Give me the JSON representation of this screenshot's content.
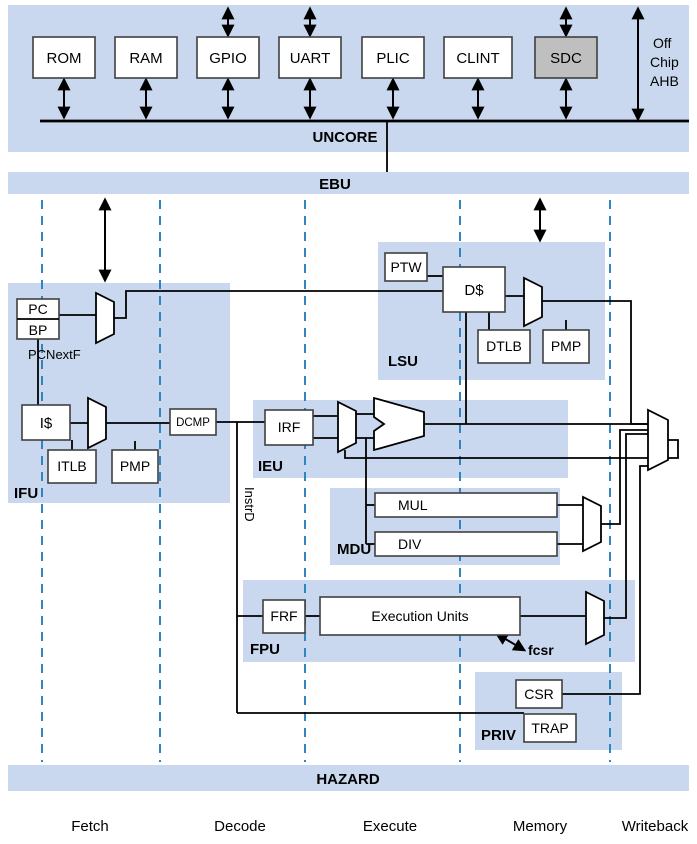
{
  "uncore": {
    "label": "UNCORE",
    "peripherals": [
      "ROM",
      "RAM",
      "GPIO",
      "UART",
      "PLIC",
      "CLINT",
      "SDC"
    ],
    "offchip_lines": [
      "Off",
      "Chip",
      "AHB"
    ]
  },
  "ebu": {
    "label": "EBU"
  },
  "ifu": {
    "label": "IFU",
    "pc": "PC",
    "bp": "BP",
    "pcnextf": "PCNextF",
    "icache": "I$",
    "itlb": "ITLB",
    "pmp": "PMP",
    "dcmp": "DCMP"
  },
  "lsu": {
    "label": "LSU",
    "ptw": "PTW",
    "dcache": "D$",
    "dtlb": "DTLB",
    "pmp": "PMP"
  },
  "ieu": {
    "label": "IEU",
    "irf": "IRF"
  },
  "mdu": {
    "label": "MDU",
    "mul": "MUL",
    "div": "DIV"
  },
  "fpu": {
    "label": "FPU",
    "frf": "FRF",
    "exec_units": "Execution Units",
    "fcsr": "fcsr"
  },
  "priv": {
    "label": "PRIV",
    "csr": "CSR",
    "trap": "TRAP"
  },
  "hazard": {
    "label": "HAZARD"
  },
  "signals": {
    "instrd": "InstrD"
  },
  "stages": [
    "Fetch",
    "Decode",
    "Execute",
    "Memory",
    "Writeback"
  ],
  "colors": {
    "block_fill": "#c9d8ee",
    "dash_line": "#2e86c1",
    "sdc_fill": "#bfbfbf",
    "wire": "#000000",
    "box_stroke": "#404040"
  }
}
